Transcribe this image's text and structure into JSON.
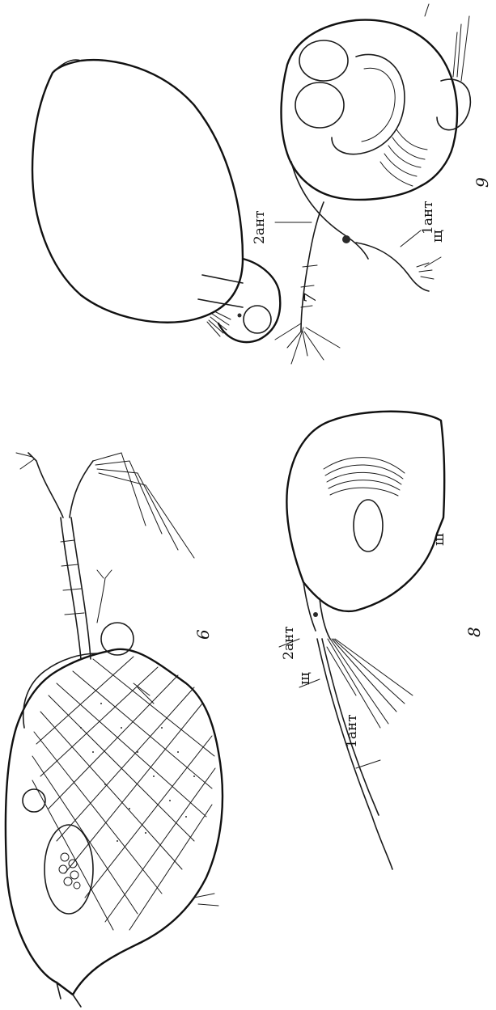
{
  "figures": {
    "fig6": {
      "number": "6"
    },
    "fig7": {
      "number": "7"
    },
    "fig8": {
      "number": "8",
      "labels": {
        "ant2": "2ант",
        "shch": "щ",
        "ant1": "1ант",
        "sh": "ш"
      }
    },
    "fig9": {
      "number": "9",
      "labels": {
        "ant2": "2ант",
        "shch": "щ",
        "ant1": "1ант"
      }
    }
  },
  "colors": {
    "ink": "#1a1a1a",
    "paper": "#ffffff"
  }
}
